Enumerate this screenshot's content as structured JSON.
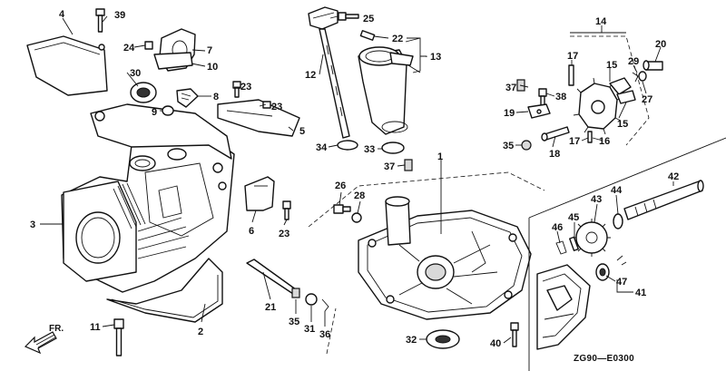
{
  "diagram_code": "ZG90—E0300",
  "front_label": "FR.",
  "callouts": {
    "c1": "1",
    "c2": "2",
    "c3": "3",
    "c4": "4",
    "c5": "5",
    "c6": "6",
    "c7": "7",
    "c8": "8",
    "c9": "9",
    "c10": "10",
    "c11": "11",
    "c12": "12",
    "c13": "13",
    "c14": "14",
    "c15a": "15",
    "c15b": "15",
    "c16": "16",
    "c17a": "17",
    "c17b": "17",
    "c18": "18",
    "c19": "19",
    "c20": "20",
    "c21": "21",
    "c22": "22",
    "c23a": "23",
    "c23b": "23",
    "c23c": "23",
    "c24": "24",
    "c25": "25",
    "c26": "26",
    "c27": "27",
    "c28": "28",
    "c29": "29",
    "c30": "30",
    "c31": "31",
    "c32": "32",
    "c33": "33",
    "c34": "34",
    "c35a": "35",
    "c35b": "35",
    "c36": "36",
    "c37a": "37",
    "c37b": "37",
    "c38": "38",
    "c39": "39",
    "c40": "40",
    "c41": "41",
    "c42": "42",
    "c43": "43",
    "c44": "44",
    "c45": "45",
    "c46": "46",
    "c47": "47"
  }
}
